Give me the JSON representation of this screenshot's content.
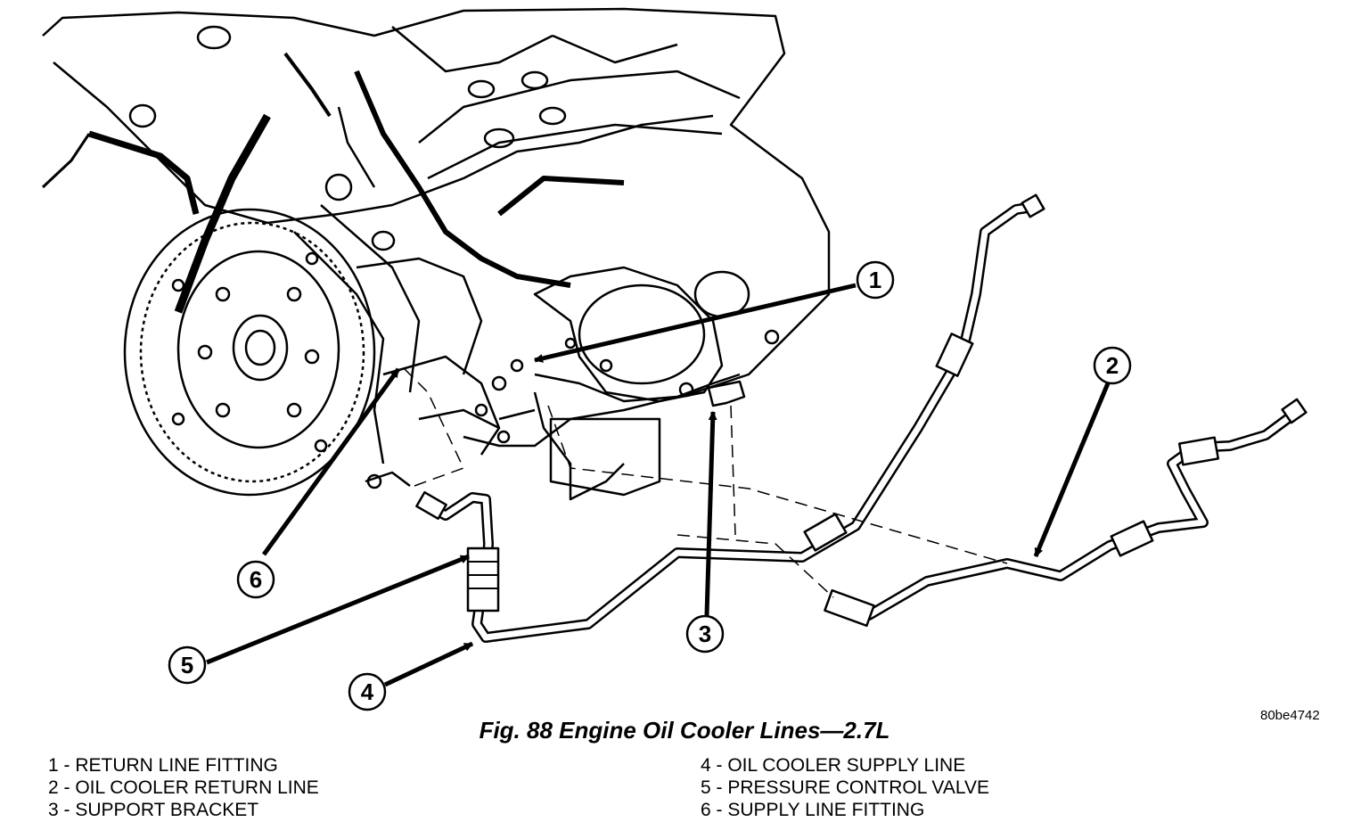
{
  "figure": {
    "caption": "Fig. 88 Engine Oil Cooler Lines—2.7L",
    "drawing_id": "80be4742"
  },
  "callouts": [
    {
      "number": "1"
    },
    {
      "number": "2"
    },
    {
      "number": "3"
    },
    {
      "number": "4"
    },
    {
      "number": "5"
    },
    {
      "number": "6"
    }
  ],
  "legend": {
    "left": [
      {
        "text": "1 - RETURN LINE FITTING"
      },
      {
        "text": "2 - OIL COOLER RETURN LINE"
      },
      {
        "text": "3 - SUPPORT BRACKET"
      }
    ],
    "right": [
      {
        "text": "4 - OIL COOLER SUPPLY LINE"
      },
      {
        "text": "5 - PRESSURE CONTROL VALVE"
      },
      {
        "text": "6 - SUPPLY LINE FITTING"
      }
    ]
  }
}
